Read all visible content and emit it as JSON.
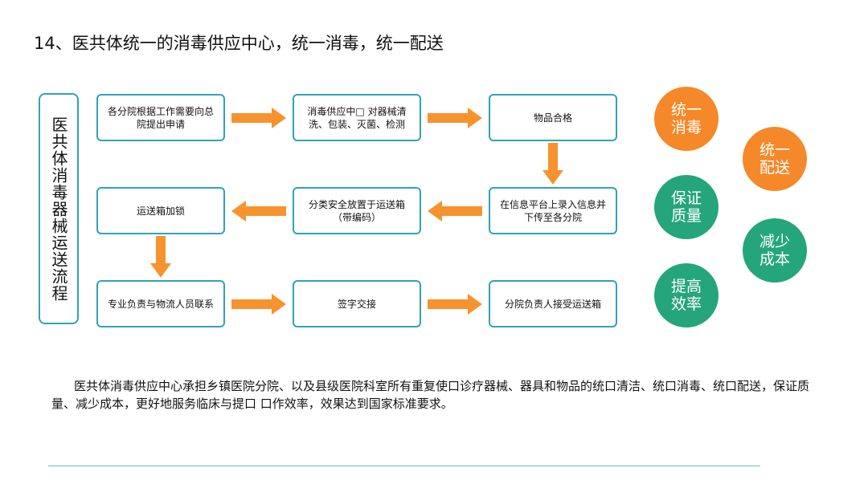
{
  "title": "14、医共体统一的消毒供应中心，统一消毒，统一配送",
  "flow": {
    "side_label": "医共体消毒器械运送流程",
    "steps": [
      "各分院根据工作需要向总院提出申请",
      "消毒供应中□ 对器械清洗、包装、灭菌、检测",
      "物品合格",
      "在信息平台上录入信息并下传至各分院",
      "分类安全放置于运送箱（带编码）",
      "运送箱加锁",
      "专业负责与物流人员联系",
      "签字交接",
      "分院负责人接受运送箱"
    ]
  },
  "circles": [
    {
      "label": "统一消毒",
      "color": "#f5892a"
    },
    {
      "label": "统一配送",
      "color": "#f5892a"
    },
    {
      "label": "保证质量",
      "color": "#25a57b"
    },
    {
      "label": "减少成本",
      "color": "#25a57b"
    },
    {
      "label": "提高效率",
      "color": "#25a57b"
    }
  ],
  "paragraph": "医共体消毒供应中心承担乡镇医院分院、以及县级医院科室所有重复使口诊疗器械、器具和物品的统口清洁、统口消毒、统口配送，保证质量、减少成本，更好地服务临床与提口 口作效率，效果达到国家标准要求。",
  "colors": {
    "box_border": "#2fa3b8",
    "arrow": "#f7932e",
    "rule": "#6fb8cf"
  }
}
